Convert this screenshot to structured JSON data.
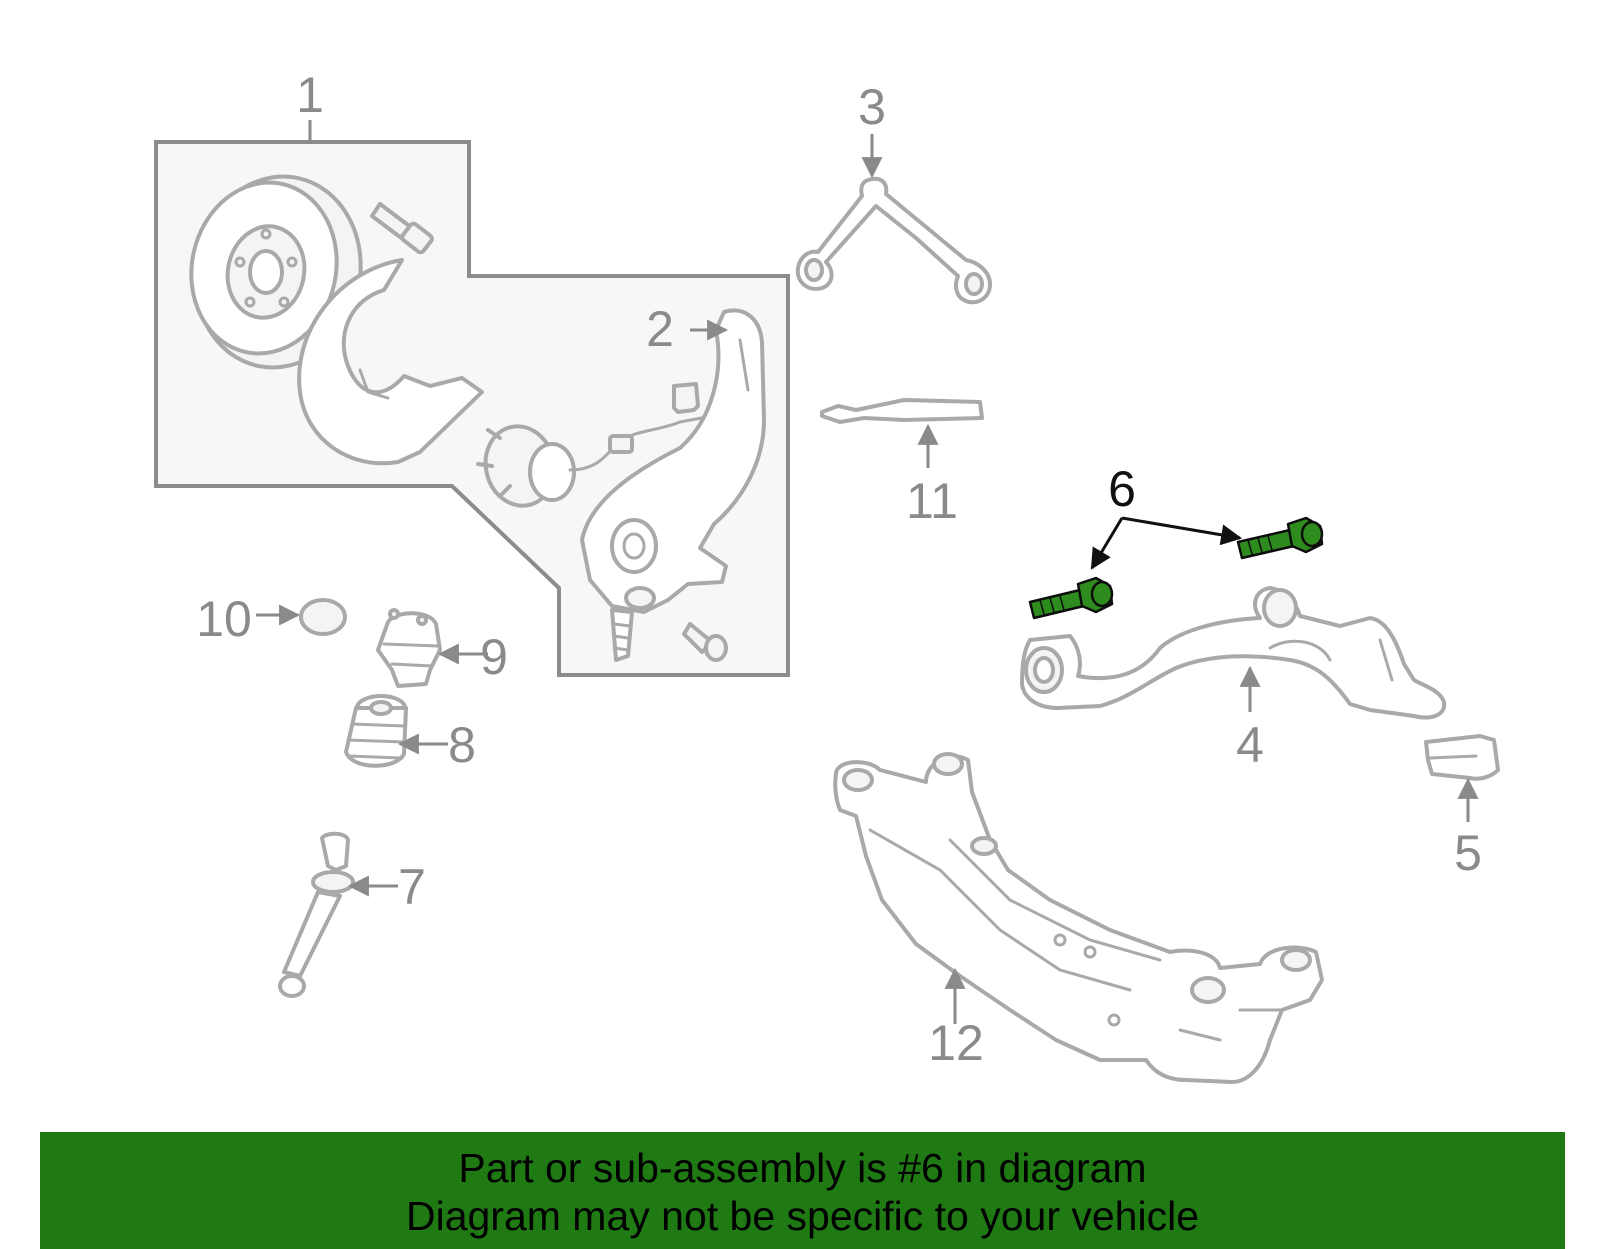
{
  "callouts": {
    "c1": "1",
    "c2": "2",
    "c3": "3",
    "c4": "4",
    "c5": "5",
    "c6": "6",
    "c7": "7",
    "c8": "8",
    "c9": "9",
    "c10": "10",
    "c11": "11",
    "c12": "12"
  },
  "banner": {
    "line1": "Part or sub-assembly is #6 in diagram",
    "line2": "Diagram may not be specific to your vehicle"
  },
  "colors": {
    "highlight_part": "#2e8b1e",
    "banner_background": "#1f7a14",
    "callout_text": "#8a8a8a",
    "highlight_callout": "#111111"
  }
}
